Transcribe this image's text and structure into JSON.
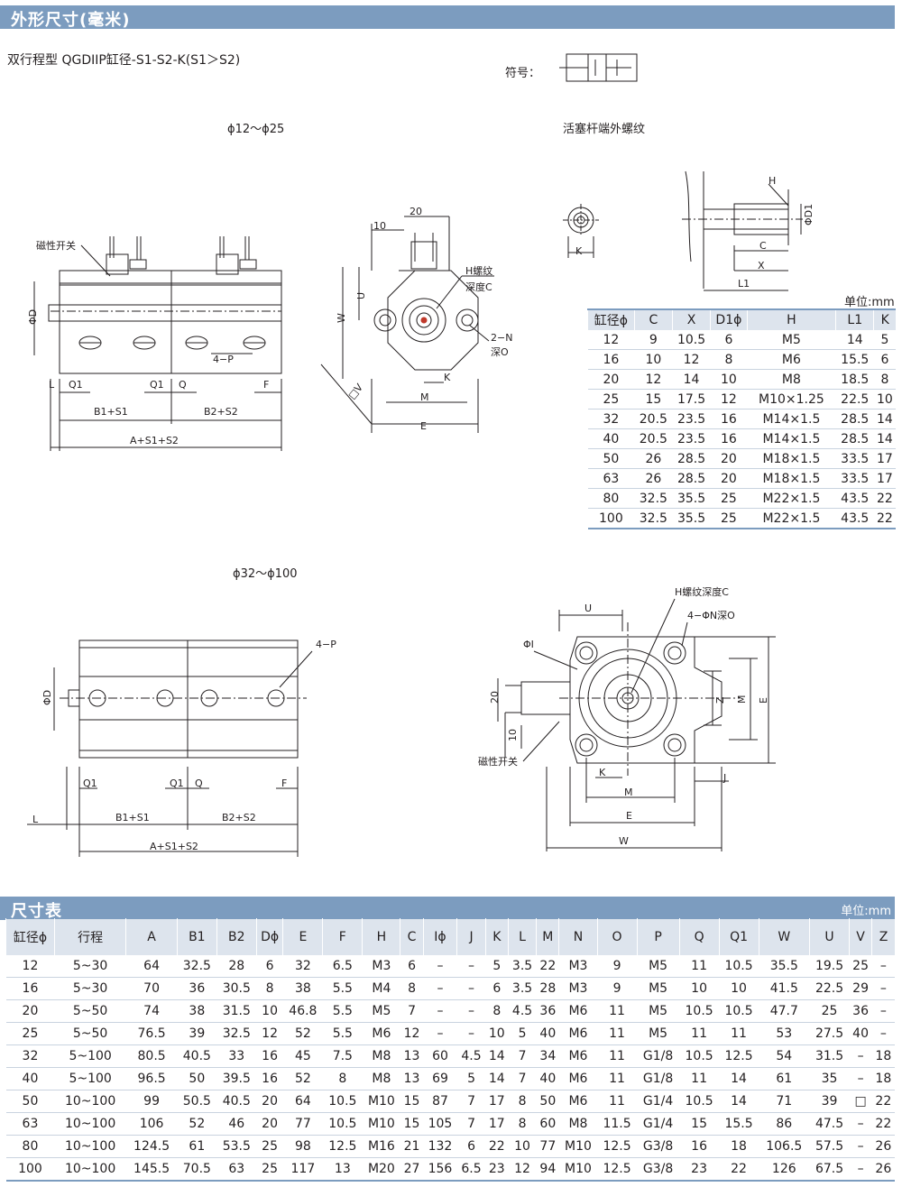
{
  "header1": {
    "title": "外形尺寸(毫米)"
  },
  "subtitle": "双行程型 QGDIIP缸径-S1-S2-K(S1＞S2)",
  "symbol_label": "符号：",
  "range_small": "ϕ12～ϕ25",
  "range_large": "ϕ32～ϕ100",
  "rod_thread_title": "活塞杆端外螺纹",
  "unit_top": "单位:mm",
  "drawing_labels": {
    "magnetic_switch": "磁性开关",
    "phi_d": "ΦD",
    "four_p": "4−P",
    "l": "L",
    "q1": "Q1",
    "q": "Q",
    "f": "F",
    "b1s1": "B1+S1",
    "b2s2": "B2+S2",
    "as1s2": "A+S1+S2",
    "n10": "10",
    "n20": "20",
    "h_thread": "H螺纹",
    "depth_c": "深度C",
    "w": "W",
    "u": "U",
    "v": "□V",
    "two_n": "2−N",
    "depth_o": "深O",
    "k": "K",
    "m": "M",
    "e": "E",
    "h": "H",
    "phi_d1": "ΦD1",
    "c": "C",
    "x": "X",
    "l1": "L1",
    "h_thread_depth_c": "H螺纹深度C",
    "four_phi_n": "4−ΦN深O",
    "phi_i": "ΦI",
    "z": "Z",
    "j": "J"
  },
  "rod_table": {
    "headers": [
      "缸径ϕ",
      "C",
      "X",
      "D1ϕ",
      "H",
      "L1",
      "K"
    ],
    "rows": [
      [
        "12",
        "9",
        "10.5",
        "6",
        "M5",
        "14",
        "5"
      ],
      [
        "16",
        "10",
        "12",
        "8",
        "M6",
        "15.5",
        "6"
      ],
      [
        "20",
        "12",
        "14",
        "10",
        "M8",
        "18.5",
        "8"
      ],
      [
        "25",
        "15",
        "17.5",
        "12",
        "M10×1.25",
        "22.5",
        "10"
      ],
      [
        "32",
        "20.5",
        "23.5",
        "16",
        "M14×1.5",
        "28.5",
        "14"
      ],
      [
        "40",
        "20.5",
        "23.5",
        "16",
        "M14×1.5",
        "28.5",
        "14"
      ],
      [
        "50",
        "26",
        "28.5",
        "20",
        "M18×1.5",
        "33.5",
        "17"
      ],
      [
        "63",
        "26",
        "28.5",
        "20",
        "M18×1.5",
        "33.5",
        "17"
      ],
      [
        "80",
        "32.5",
        "35.5",
        "25",
        "M22×1.5",
        "43.5",
        "22"
      ],
      [
        "100",
        "32.5",
        "35.5",
        "25",
        "M22×1.5",
        "43.5",
        "22"
      ]
    ]
  },
  "header2": {
    "title": "尺寸表",
    "unit": "单位:mm"
  },
  "dim_table": {
    "headers": [
      "缸径ϕ",
      "行程",
      "A",
      "B1",
      "B2",
      "Dϕ",
      "E",
      "F",
      "H",
      "C",
      "Iϕ",
      "J",
      "K",
      "L",
      "M",
      "N",
      "O",
      "P",
      "Q",
      "Q1",
      "W",
      "U",
      "V",
      "Z"
    ],
    "rows": [
      [
        "12",
        "5~30",
        "64",
        "32.5",
        "28",
        "6",
        "32",
        "6.5",
        "M3",
        "6",
        "–",
        "–",
        "5",
        "3.5",
        "22",
        "M3",
        "9",
        "M5",
        "11",
        "10.5",
        "35.5",
        "19.5",
        "25",
        "–"
      ],
      [
        "16",
        "5~30",
        "70",
        "36",
        "30.5",
        "8",
        "38",
        "5.5",
        "M4",
        "8",
        "–",
        "–",
        "6",
        "3.5",
        "28",
        "M3",
        "9",
        "M5",
        "10",
        "10",
        "41.5",
        "22.5",
        "29",
        "–"
      ],
      [
        "20",
        "5~50",
        "74",
        "38",
        "31.5",
        "10",
        "46.8",
        "5.5",
        "M5",
        "7",
        "–",
        "–",
        "8",
        "4.5",
        "36",
        "M6",
        "11",
        "M5",
        "10.5",
        "10.5",
        "47.7",
        "25",
        "36",
        "–"
      ],
      [
        "25",
        "5~50",
        "76.5",
        "39",
        "32.5",
        "12",
        "52",
        "5.5",
        "M6",
        "12",
        "–",
        "–",
        "10",
        "5",
        "40",
        "M6",
        "11",
        "M5",
        "11",
        "11",
        "53",
        "27.5",
        "40",
        "–"
      ],
      [
        "32",
        "5~100",
        "80.5",
        "40.5",
        "33",
        "16",
        "45",
        "7.5",
        "M8",
        "13",
        "60",
        "4.5",
        "14",
        "7",
        "34",
        "M6",
        "11",
        "G1/8",
        "10.5",
        "12.5",
        "54",
        "31.5",
        "–",
        "18"
      ],
      [
        "40",
        "5~100",
        "96.5",
        "50",
        "39.5",
        "16",
        "52",
        "8",
        "M8",
        "13",
        "69",
        "5",
        "14",
        "7",
        "40",
        "M6",
        "11",
        "G1/8",
        "11",
        "14",
        "61",
        "35",
        "–",
        "18"
      ],
      [
        "50",
        "10~100",
        "99",
        "50.5",
        "40.5",
        "20",
        "64",
        "10.5",
        "M10",
        "15",
        "87",
        "7",
        "17",
        "8",
        "50",
        "M6",
        "11",
        "G1/4",
        "10.5",
        "14",
        "71",
        "39",
        "□",
        "22"
      ],
      [
        "63",
        "10~100",
        "106",
        "52",
        "46",
        "20",
        "77",
        "10.5",
        "M10",
        "15",
        "105",
        "7",
        "17",
        "8",
        "60",
        "M8",
        "11.5",
        "G1/4",
        "15",
        "15.5",
        "86",
        "47.5",
        "–",
        "22"
      ],
      [
        "80",
        "10~100",
        "124.5",
        "61",
        "53.5",
        "25",
        "98",
        "12.5",
        "M16",
        "21",
        "132",
        "6",
        "22",
        "10",
        "77",
        "M10",
        "12.5",
        "G3/8",
        "16",
        "18",
        "106.5",
        "57.5",
        "–",
        "26"
      ],
      [
        "100",
        "10~100",
        "145.5",
        "70.5",
        "63",
        "25",
        "117",
        "13",
        "M20",
        "27",
        "156",
        "6.5",
        "23",
        "12",
        "94",
        "M10",
        "12.5",
        "G3/8",
        "23",
        "22",
        "126",
        "67.5",
        "–",
        "26"
      ]
    ]
  }
}
